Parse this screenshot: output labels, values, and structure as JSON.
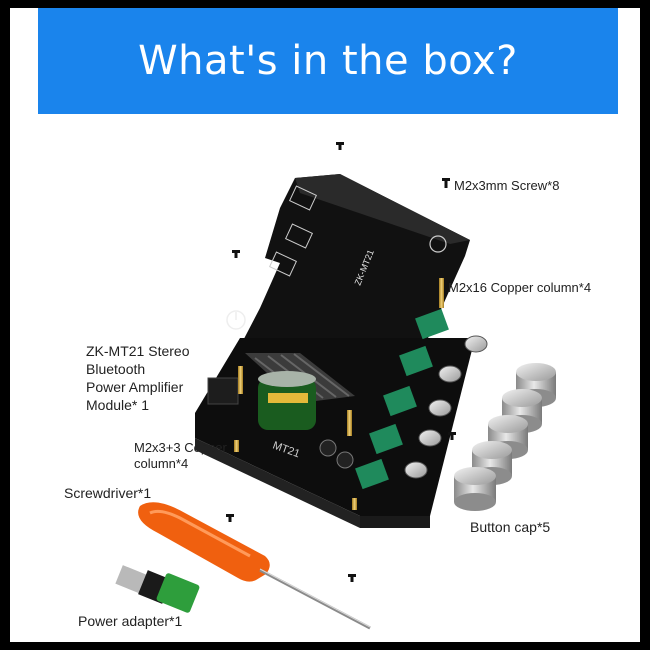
{
  "banner": {
    "title": "What's in the box?",
    "color": "#1a84ec"
  },
  "labels": {
    "screw": "M2x3mm Screw*8",
    "copper_long": "M2x16 Copper column*4",
    "module_1": "ZK-MT21 Stereo",
    "module_2": "Bluetooth",
    "module_3": "Power Amplifier",
    "module_4": "Module* 1",
    "copper_short_1": "M2x3+3 Copper",
    "copper_short_2": "column*4",
    "screwdriver": "Screwdriver*1",
    "button_cap": "Button cap*5",
    "power_adapter": "Power adapter*1"
  },
  "board_text": {
    "model": "ZK-MT21",
    "logo": "MT21"
  },
  "colors": {
    "board": "#151515",
    "knob_green": "#1f8a5c",
    "screwdriver_handle": "#f0600f",
    "adapter_green": "#2e9e3c",
    "cap_silver": "#c9c9c9"
  }
}
